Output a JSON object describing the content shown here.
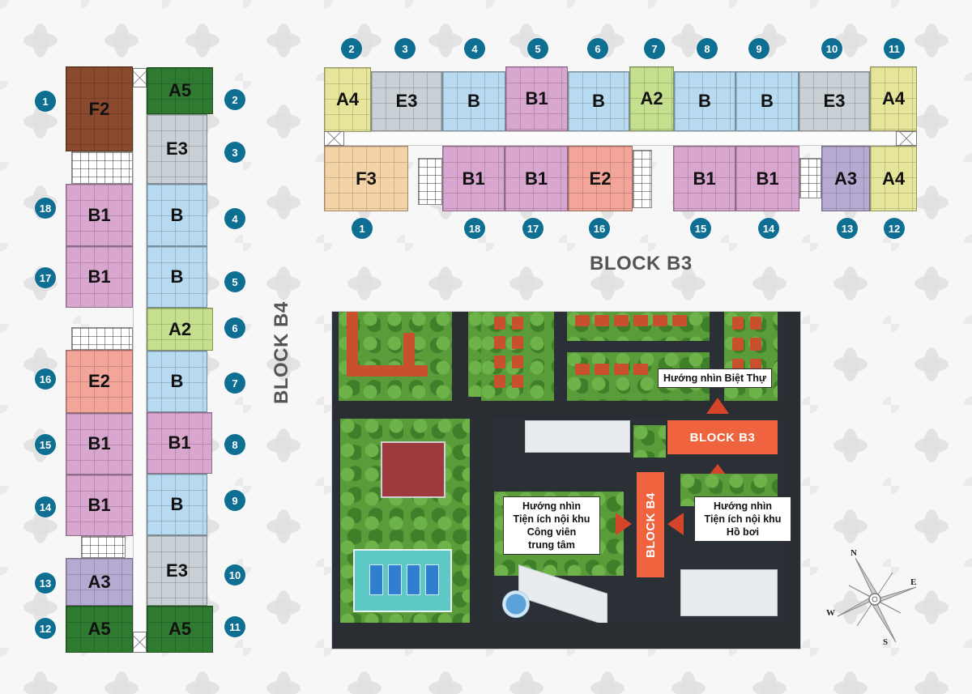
{
  "colors": {
    "badge": "#0f6f93",
    "F2": "#8a4a2e",
    "A5": "#2e7a30",
    "E3": "#c9d1d6",
    "B1": "#d8a6cf",
    "B": "#b7daf0",
    "A2": "#c6df8e",
    "E2": "#f3a59a",
    "A3": "#b6aad3",
    "A4": "#e6e69b",
    "F3": "#f4d3a6",
    "highlight": "#f0633f"
  },
  "block_b4": {
    "title": "BLOCK B4",
    "left_units": [
      {
        "label": "F2",
        "num": "1"
      },
      {
        "label": "B1",
        "num": "18"
      },
      {
        "label": "B1",
        "num": "17"
      },
      {
        "label": "E2",
        "num": "16"
      },
      {
        "label": "B1",
        "num": "15"
      },
      {
        "label": "B1",
        "num": "14"
      },
      {
        "label": "A3",
        "num": "13"
      },
      {
        "label": "A5",
        "num": "12"
      }
    ],
    "right_units": [
      {
        "label": "A5",
        "num": "2"
      },
      {
        "label": "E3",
        "num": "3"
      },
      {
        "label": "B",
        "num": "4"
      },
      {
        "label": "B",
        "num": "5"
      },
      {
        "label": "A2",
        "num": "6"
      },
      {
        "label": "B",
        "num": "7"
      },
      {
        "label": "B1",
        "num": "8"
      },
      {
        "label": "B",
        "num": "9"
      },
      {
        "label": "E3",
        "num": "10"
      },
      {
        "label": "A5",
        "num": "11"
      }
    ]
  },
  "block_b3": {
    "title": "BLOCK B3",
    "top_units": [
      {
        "label": "A4",
        "num": "2"
      },
      {
        "label": "E3",
        "num": "3"
      },
      {
        "label": "B",
        "num": "4"
      },
      {
        "label": "B1",
        "num": "5"
      },
      {
        "label": "B",
        "num": "6"
      },
      {
        "label": "A2",
        "num": "7"
      },
      {
        "label": "B",
        "num": "8"
      },
      {
        "label": "B",
        "num": "9"
      },
      {
        "label": "E3",
        "num": "10"
      },
      {
        "label": "A4",
        "num": "11"
      }
    ],
    "bottom_units": [
      {
        "label": "F3",
        "num": "1"
      },
      {
        "label": "B1",
        "num": "18"
      },
      {
        "label": "B1",
        "num": "17"
      },
      {
        "label": "E2",
        "num": "16"
      },
      {
        "label": "B1",
        "num": "15"
      },
      {
        "label": "B1",
        "num": "14"
      },
      {
        "label": "A3",
        "num": "13"
      },
      {
        "label": "A4",
        "num": "12"
      }
    ]
  },
  "site_map": {
    "block_b3_label": "BLOCK B3",
    "block_b4_label": "BLOCK B4",
    "callouts": {
      "villa_view": "Hướng nhìn Biệt Thự",
      "park_view": [
        "Hướng nhìn",
        "Tiện ích nội khu",
        "Công viên",
        "trung tâm"
      ],
      "pool_view": [
        "Hướng nhìn",
        "Tiện ích nội khu",
        "Hồ bơi"
      ]
    }
  },
  "compass": {
    "n": "N",
    "e": "E",
    "s": "S",
    "w": "W"
  }
}
